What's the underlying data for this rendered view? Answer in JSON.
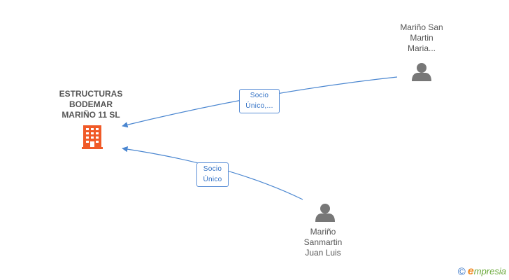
{
  "nodes": {
    "company": {
      "label_lines": [
        "ESTRUCTURAS",
        "BODEMAR",
        "MARIÑO 11 SL"
      ],
      "icon": "building-icon",
      "color": "#f05a28"
    },
    "person1": {
      "label_lines": [
        "Mariño San",
        "Martin",
        "Maria..."
      ],
      "icon": "person-icon"
    },
    "person2": {
      "label_lines": [
        "Mariño",
        "Sanmartin",
        "Juan Luis"
      ],
      "icon": "person-icon"
    }
  },
  "edges": [
    {
      "label_lines": [
        "Socio",
        "Único,..."
      ]
    },
    {
      "label_lines": [
        "Socio",
        "Único"
      ]
    }
  ],
  "footer": {
    "copyright_symbol": "©",
    "brand_initial": "e",
    "brand_rest": "mpresia"
  },
  "colors": {
    "edge": "#4a86d0",
    "person_icon": "#777777",
    "company_icon": "#f05a28"
  }
}
